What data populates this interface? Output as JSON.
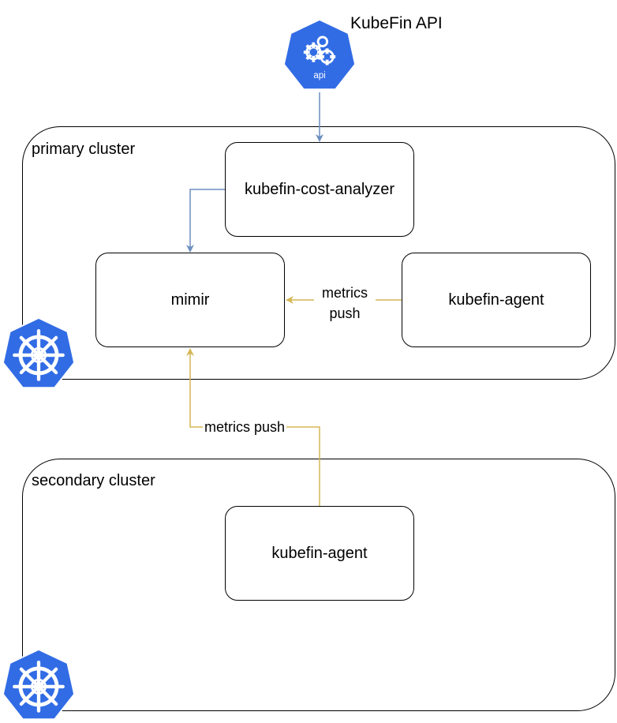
{
  "api": {
    "title": "KubeFin API",
    "badge": "api"
  },
  "primary_cluster": {
    "label": "primary cluster",
    "nodes": {
      "cost_analyzer": "kubefin-cost-analyzer",
      "mimir": "mimir",
      "agent": "kubefin-agent"
    },
    "agent_edge_label_line1": "metrics",
    "agent_edge_label_line2": "push"
  },
  "cross_cluster_edge_label": "metrics push",
  "secondary_cluster": {
    "label": "secondary cluster",
    "nodes": {
      "agent": "kubefin-agent"
    }
  },
  "colors": {
    "kubernetes_blue": "#326CE5",
    "api_edge": "#6C8EBF",
    "metrics_edge": "#D6B656"
  },
  "icons": [
    "kubernetes-api-icon",
    "kubernetes-helm-icon"
  ]
}
